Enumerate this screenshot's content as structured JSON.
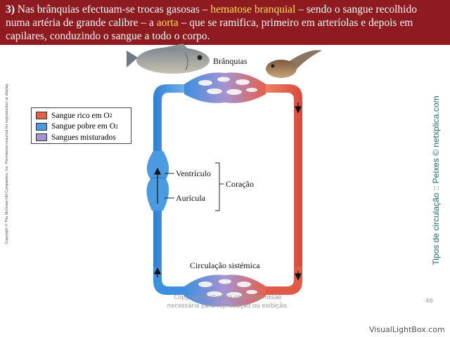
{
  "banner": {
    "number": "3)",
    "part1": "Nas brânquias efectuam-se trocas gasosas – ",
    "highlight1": "hematose branquial",
    "part2": " – sendo o sangue recolhido numa artéria de grande calibre – a ",
    "highlight2": "aorta",
    "part3": " – que se ramifica, primeiro em arteríolas e depois em capilares, conduzindo o sangue a todo o corpo."
  },
  "legend": {
    "item1": "Sangue rico em O",
    "item1_sub": "2",
    "item2": "Sangue pobre em O",
    "item2_sub": "2",
    "item3": "Sangues misturados"
  },
  "diagram": {
    "branquias": "Brânquias",
    "ventriculo": "Ventrículo",
    "auricula": "Aurícula",
    "coracao": "Coração",
    "circulacao": "Circulação sistémica"
  },
  "side_left": "Copyright © The McGraw-Hill Companies, Inc. Permission required for reproduction or display.",
  "side_right": "Tipos de circulação :: Peixes © netxplica.com",
  "footer": {
    "line1": "Copyright netxplica.com: permissão",
    "line2": "necessária para reprodução ou exibição."
  },
  "page_number": "46",
  "watermark": "VisualLightBox.com",
  "colors": {
    "oxygen_rich": "#e5604a",
    "oxygen_poor": "#4a9be0",
    "mixed": "#a593cf",
    "banner_bg": "#8e1b1f",
    "highlight": "#ffe04a"
  }
}
